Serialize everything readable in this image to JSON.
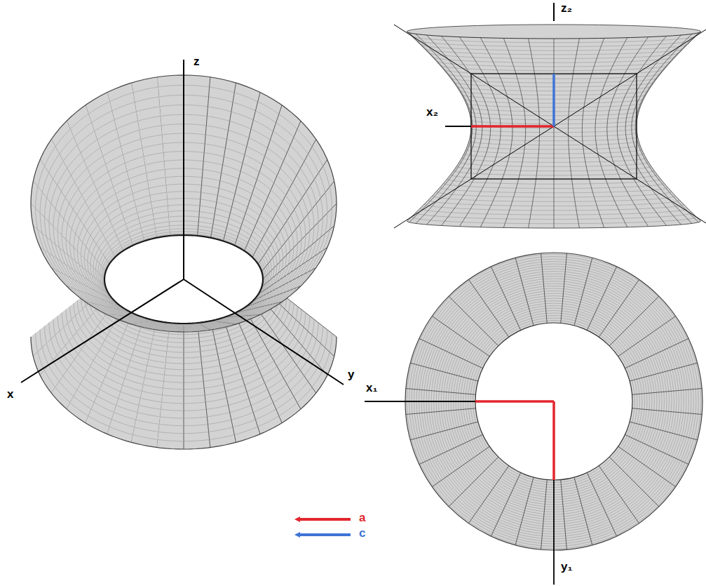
{
  "diagram": {
    "labels": [
      "z",
      "x",
      "y",
      "z₂",
      "x₂",
      "x₁",
      "y₁"
    ],
    "legend": [
      {
        "text": "a",
        "color": "#e3262d"
      },
      {
        "text": "c",
        "color": "#3f74d6"
      }
    ]
  }
}
